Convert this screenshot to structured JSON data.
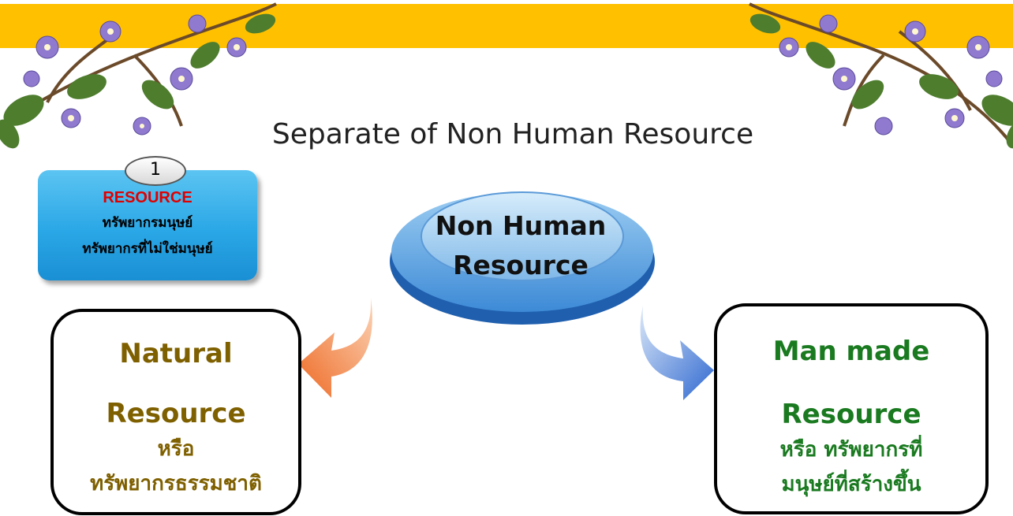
{
  "slide": {
    "title": "Separate of Non Human Resource",
    "colors": {
      "top_bar": "#FFC000",
      "badge": "#2AA7E6",
      "badge_title": "#E00000",
      "natural": "#7F6000",
      "man_made": "#1A7A20",
      "arrow_left": "#F0782E",
      "arrow_right": "#2F6FD6",
      "center_disc": "#3E86D4"
    }
  },
  "badge": {
    "number": "1",
    "title": "RESOURCE",
    "lines": [
      "ทรัพยากรมนุษย์",
      "ทรัพยากรที่ไม่ใช่มนุษย์"
    ]
  },
  "center": {
    "lines": [
      "Non Human",
      "Resource"
    ]
  },
  "natural": {
    "en_lines": [
      "Natural",
      "Resource"
    ],
    "th_lines": [
      "หรือ",
      "ทรัพยากรธรรมชาติ"
    ]
  },
  "man_made": {
    "en_lines": [
      "Man made",
      "Resource"
    ],
    "th_lines": [
      "หรือ ทรัพยากรที่",
      "มนุษย์ที่สร้างขึ้น"
    ]
  },
  "decor": {
    "left": "flower-branch-icon",
    "right": "flower-branch-icon"
  }
}
